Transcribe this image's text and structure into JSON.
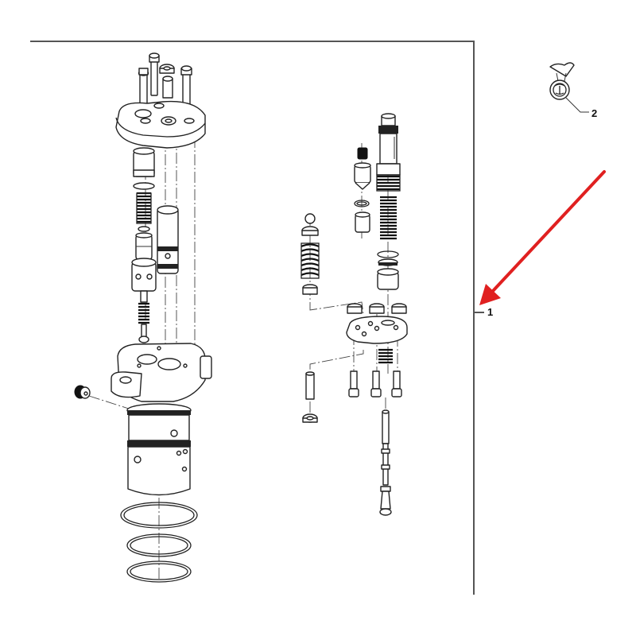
{
  "diagram": {
    "type": "exploded-parts-view",
    "subject": "Fuel unit injector pump assembly (exploded)",
    "callouts": [
      {
        "id": "callout-1",
        "label": "1",
        "refers_to": "complete pump assembly (frame group)"
      },
      {
        "id": "callout-2",
        "label": "2",
        "refers_to": "seal kit / small o-ring part"
      }
    ],
    "annotation": {
      "type": "arrow",
      "color": "#e02020",
      "points_to": "callout-1"
    },
    "frame_color": "#555555",
    "line_color": "#222222",
    "background": "#ffffff"
  }
}
